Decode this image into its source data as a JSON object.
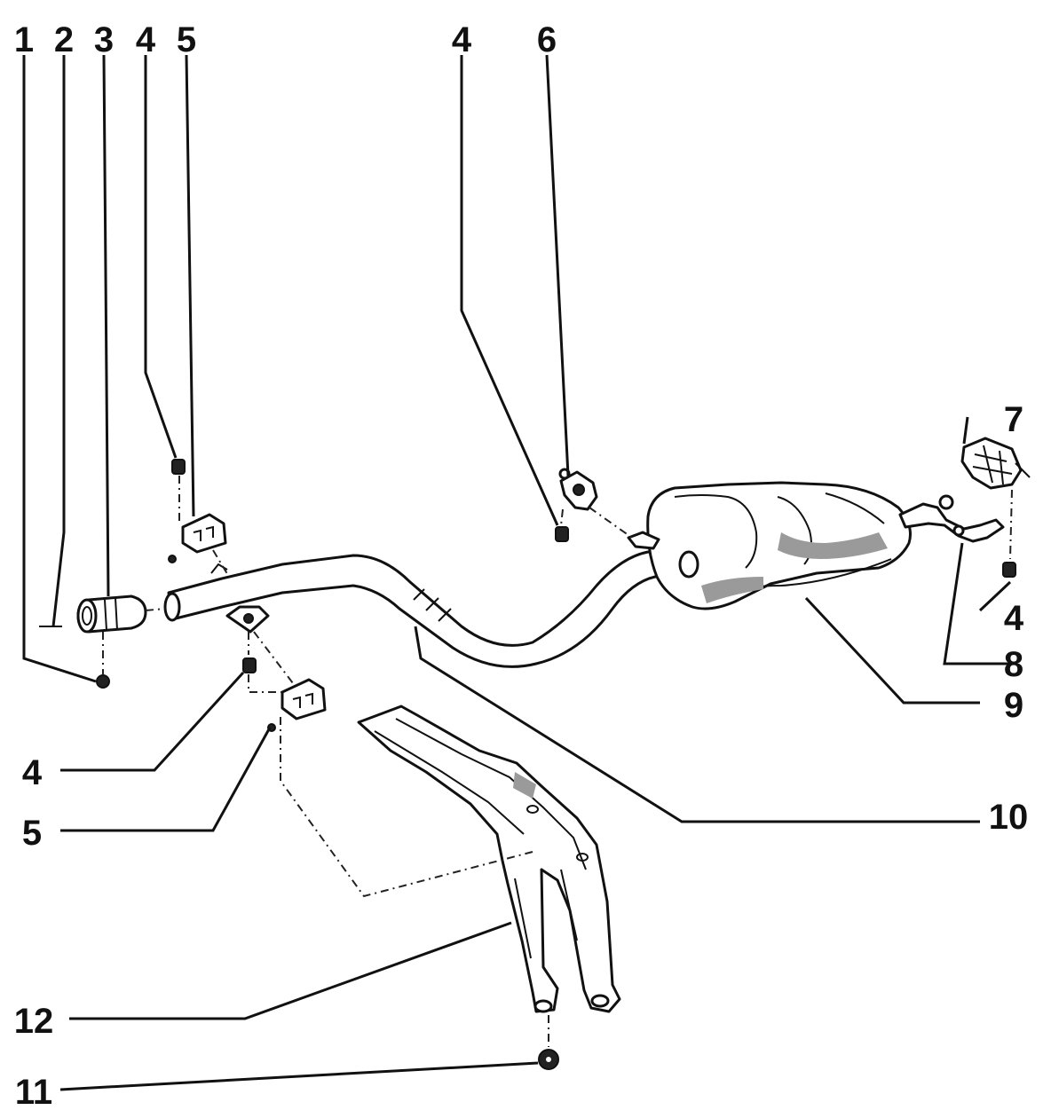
{
  "diagram": {
    "callouts": {
      "c1": "1",
      "c2": "2",
      "c3": "3",
      "c4a": "4",
      "c5a": "5",
      "c4b": "4",
      "c6": "6",
      "c7": "7",
      "c4c": "4",
      "c8": "8",
      "c9": "9",
      "c10": "10",
      "c4d": "4",
      "c5b": "5",
      "c12": "12",
      "c11": "11"
    }
  }
}
